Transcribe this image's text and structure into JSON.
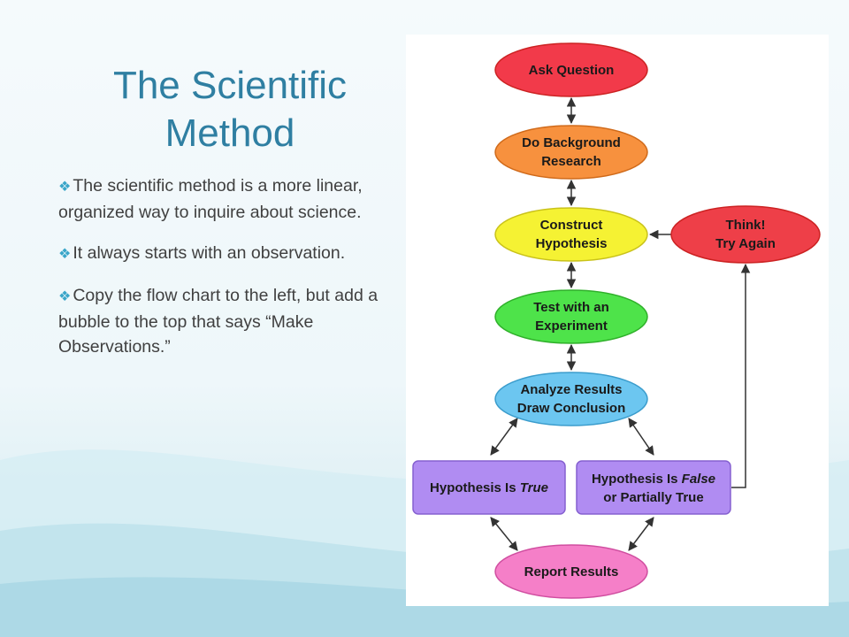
{
  "slide": {
    "title_line1": "The Scientific",
    "title_line2": "Method",
    "bullets": [
      {
        "glyph": "❖",
        "text": "The scientific method is a more linear, organized way to inquire about science."
      },
      {
        "glyph": "❖",
        "text": "It always starts with an observation."
      },
      {
        "glyph": "❖",
        "text": "Copy the flow chart to the left, but add a bubble to the top that says “Make Observations.”"
      }
    ]
  },
  "flowchart": {
    "nodes": {
      "ask": {
        "line1": "Ask Question",
        "color": "#f23a4a"
      },
      "background": {
        "line1": "Do Background",
        "line2": "Research",
        "color": "#f7913e"
      },
      "hypothesis": {
        "line1": "Construct",
        "line2": "Hypothesis",
        "color": "#f5f233"
      },
      "think": {
        "line1": "Think!",
        "line2": "Try Again",
        "color": "#ee3f48"
      },
      "experiment": {
        "line1": "Test with an",
        "line2": "Experiment",
        "color": "#4ee34a"
      },
      "analyze": {
        "line1": "Analyze Results",
        "line2": "Draw Conclusion",
        "color": "#6cc6f0"
      },
      "true": {
        "prefix": "Hypothesis Is ",
        "emph": "True",
        "color": "#b08cf2"
      },
      "false": {
        "prefix": "Hypothesis Is ",
        "emph": "False",
        "line2": "or Partially True",
        "color": "#b08cf2"
      },
      "report": {
        "line1": "Report Results",
        "color": "#f57fc8"
      }
    }
  }
}
